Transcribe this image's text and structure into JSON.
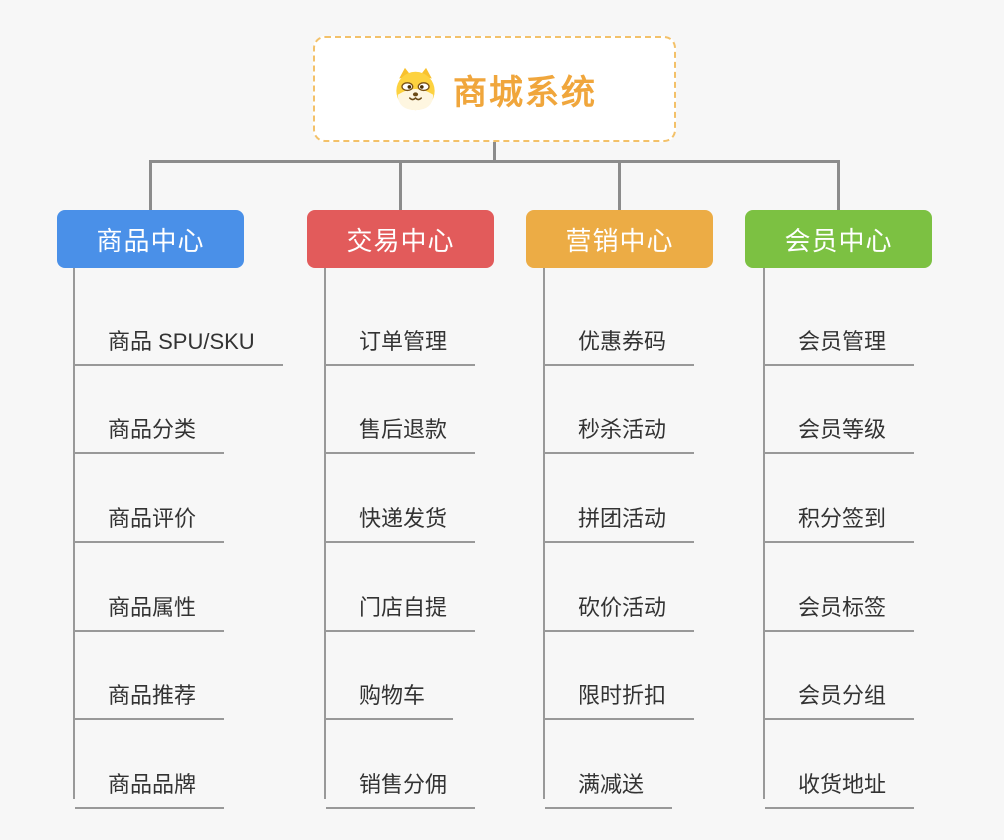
{
  "colors": {
    "background": "#f7f7f7",
    "connector": "#8c8c8c",
    "leaf_line": "#999999",
    "leaf_text": "#333333",
    "root_accent": "#f0a63c",
    "root_border": "#f3c169"
  },
  "root": {
    "title": "商城系统",
    "icon": "dog-face-icon"
  },
  "branches": [
    {
      "label": "商品中心",
      "color": "#4a90e8",
      "items": [
        "商品 SPU/SKU",
        "商品分类",
        "商品评价",
        "商品属性",
        "商品推荐",
        "商品品牌"
      ]
    },
    {
      "label": "交易中心",
      "color": "#e25b5b",
      "items": [
        "订单管理",
        "售后退款",
        "快递发货",
        "门店自提",
        "购物车",
        "销售分佣"
      ]
    },
    {
      "label": "营销中心",
      "color": "#ecac45",
      "items": [
        "优惠券码",
        "秒杀活动",
        "拼团活动",
        "砍价活动",
        "限时折扣",
        "满减送"
      ]
    },
    {
      "label": "会员中心",
      "color": "#7cc142",
      "items": [
        "会员管理",
        "会员等级",
        "积分签到",
        "会员标签",
        "会员分组",
        "收货地址"
      ]
    }
  ]
}
